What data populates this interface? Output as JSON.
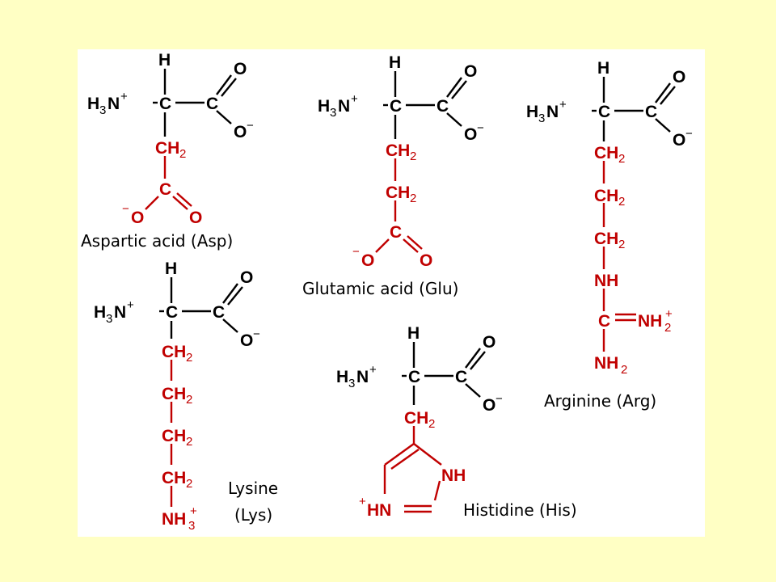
{
  "colors": {
    "slide_background": "#FFFFC4",
    "panel_background": "#FFFFFF",
    "backbone": "#000000",
    "side_chain": "#C00000"
  },
  "atoms": {
    "H": "H",
    "H3": "H",
    "sub3": "3",
    "N": "N",
    "plus": "+",
    "C": "C",
    "O": "O",
    "minus": "−",
    "CH": "CH",
    "sub2": "2",
    "NH": "NH",
    "HN": "HN"
  },
  "molecules": {
    "aspartic_acid": {
      "caption": "Aspartic acid (Asp)"
    },
    "glutamic_acid": {
      "caption": "Glutamic acid (Glu)"
    },
    "arginine": {
      "caption": "Arginine (Arg)"
    },
    "lysine": {
      "caption_line1": "Lysine",
      "caption_line2": "(Lys)"
    },
    "histidine": {
      "caption": "Histidine (His)"
    }
  }
}
